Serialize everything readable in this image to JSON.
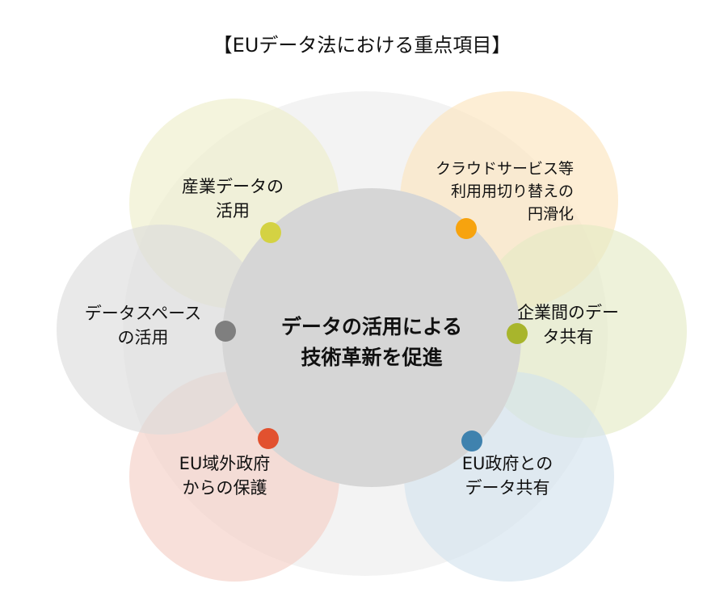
{
  "title": "【EUデータ法における重点項目】",
  "center": {
    "lines": [
      "データの活用による",
      "技術革新を促進"
    ]
  },
  "items": [
    {
      "lines": [
        "産業データの",
        "活用"
      ],
      "circle_color": "#EEEEC8",
      "dot_color": "#D4D243"
    },
    {
      "lines": [
        "クラウドサービス等",
        "利用用切り替えの",
        "円滑化"
      ],
      "circle_color": "#FCE4BC",
      "dot_color": "#F7A30E"
    },
    {
      "lines": [
        "企業間のデー",
        "タ共有"
      ],
      "circle_color": "#E4EAC3",
      "dot_color": "#A8B52C"
    },
    {
      "lines": [
        "EU政府との",
        "データ共有"
      ],
      "circle_color": "#D2E2ED",
      "dot_color": "#3F82AE"
    },
    {
      "lines": [
        "EU域外政府",
        "からの保護"
      ],
      "circle_color": "#F4CDC3",
      "dot_color": "#E2512F"
    },
    {
      "lines": [
        "データスペース",
        "の活用"
      ],
      "circle_color": "#DCDCDC",
      "dot_color": "#7F7F7F"
    }
  ],
  "colors": {
    "background_disc": "#EFEFEF",
    "center_disc": "#D6D6D6",
    "text": "#111111"
  }
}
